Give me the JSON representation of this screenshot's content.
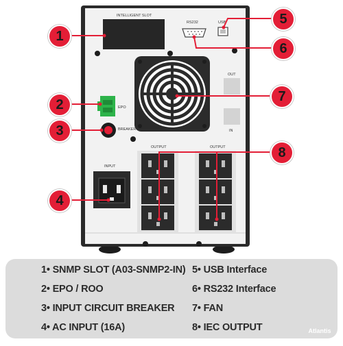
{
  "panel": {
    "intelligent_slot": "INTELLIGENT SLOT",
    "rs232": "RS232",
    "usb": "USB",
    "out": "OUT",
    "in": "IN",
    "epo": "EPO",
    "breaker": "BREAKER",
    "input": "INPUT",
    "output_left": "OUTPUT",
    "output_right": "OUTPUT"
  },
  "callouts": [
    "1",
    "2",
    "3",
    "4",
    "5",
    "6",
    "7",
    "8"
  ],
  "legend": [
    {
      "num": "1",
      "text": "• SNMP SLOT (A03-SNMP2-IN)"
    },
    {
      "num": "2",
      "text": "• EPO / ROO"
    },
    {
      "num": "3",
      "text": "• INPUT CIRCUIT BREAKER"
    },
    {
      "num": "4",
      "text": "• AC INPUT (16A)"
    },
    {
      "num": "5",
      "text": "• USB Interface"
    },
    {
      "num": "6",
      "text": "• RS232 Interface"
    },
    {
      "num": "7",
      "text": "• FAN"
    },
    {
      "num": "8",
      "text": "• IEC OUTPUT"
    }
  ],
  "brand": "Atlantis",
  "colors": {
    "accent": "#e31e36",
    "panel": "#f2f2f2",
    "frame": "#2a2a2a",
    "epo": "#2db34a",
    "legend_bg": "#dcdcdc"
  }
}
